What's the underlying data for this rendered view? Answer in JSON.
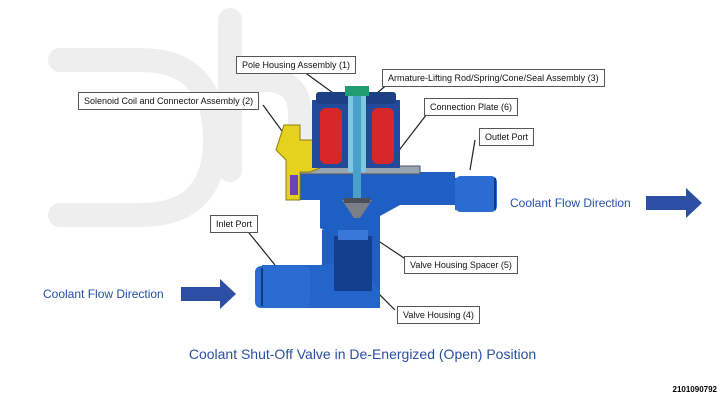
{
  "labels": {
    "pole_housing": "Pole Housing Assembly (1)",
    "armature": "Armature-Lifting Rod/Spring/Cone/Seal Assembly (3)",
    "solenoid": "Solenoid Coil and Connector Assembly (2)",
    "connection_plate": "Connection Plate (6)",
    "outlet_port": "Outlet Port",
    "inlet_port": "Inlet Port",
    "valve_spacer": "Valve Housing Spacer (5)",
    "valve_housing": "Valve Housing (4)"
  },
  "flow": {
    "right": "Coolant Flow Direction",
    "left": "Coolant Flow Direction"
  },
  "title": "Coolant Shut-Off Valve in De-Energized (Open) Position",
  "image_id": "2101090792",
  "colors": {
    "housing_blue": "#1f5fc4",
    "dark_blue": "#123f8e",
    "coil_red": "#d8272a",
    "connector_yellow": "#e6d21e",
    "arrow_blue": "#2d4fa3",
    "watermark": "#eeeeee"
  }
}
